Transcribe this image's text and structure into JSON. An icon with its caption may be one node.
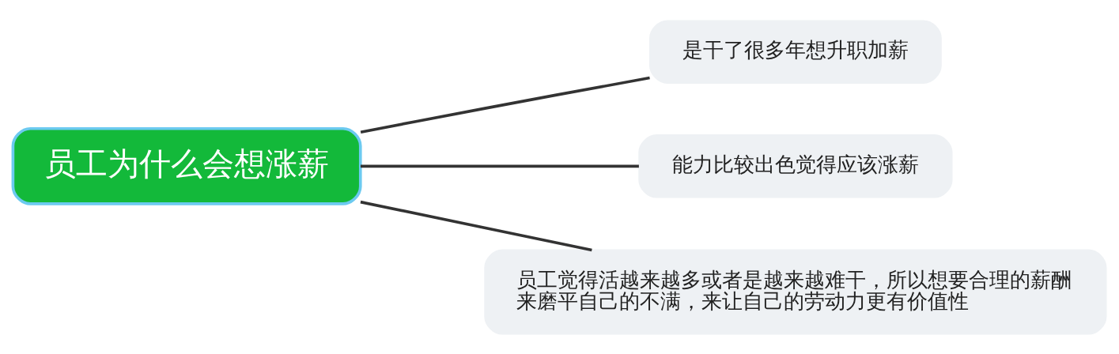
{
  "diagram": {
    "nodes": [
      {
        "text": [
          "员工为什么会想涨薪"
        ]
      },
      {
        "text": [
          "是干了很多年想升职加薪"
        ]
      },
      {
        "text": [
          "能力比较出色觉得应该涨薪"
        ]
      },
      {
        "text": [
          "员工觉得活越来越多或者是越来越难干，所以想要合理的薪酬来磨平自己的不满，来让自己的劳动力更有价值性"
        ]
      }
    ],
    "edges": [
      {
        "from": 0,
        "to": 1,
        "arrow": "none"
      },
      {
        "from": 0,
        "to": 2,
        "arrow": "none"
      },
      {
        "from": 0,
        "to": 3,
        "arrow": "none"
      }
    ]
  }
}
